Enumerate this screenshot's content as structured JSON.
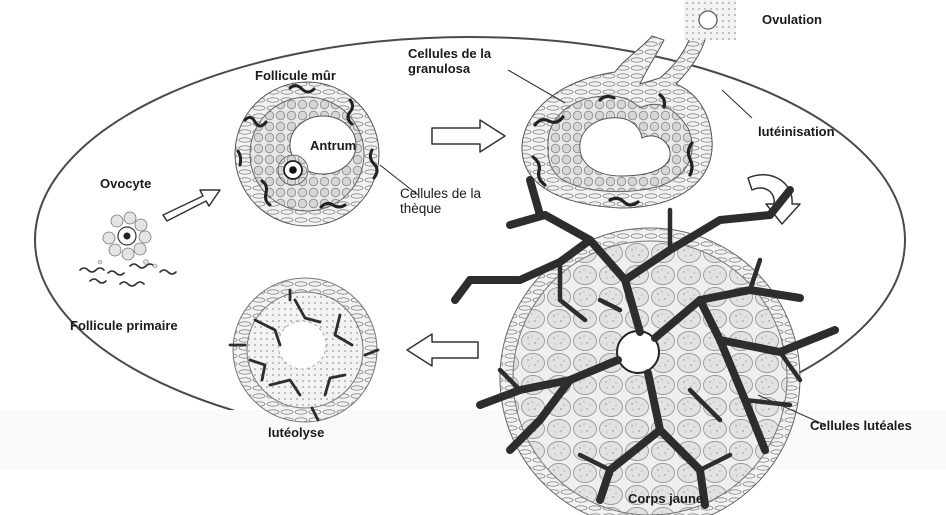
{
  "labels": {
    "ovulation": "Ovulation",
    "granulosa_line1": "Cellules de la",
    "granulosa_line2": "granulosa",
    "follicule_mur": "Follicule mûr",
    "antrum": "Antrum",
    "luteinisation": "lutéinisation",
    "ovocyte": "Ovocyte",
    "theque_line1": "Cellules de la",
    "theque_line2": "thèque",
    "follicule_primaire": "Follicule primaire",
    "luteolyse": "lutéolyse",
    "cellules_luteales": "Cellules lutéales",
    "corps_jaune": "Corps jaune"
  },
  "icons": [
    "right-arrow-icon",
    "curved-arrow-icon",
    "left-arrow-icon"
  ]
}
